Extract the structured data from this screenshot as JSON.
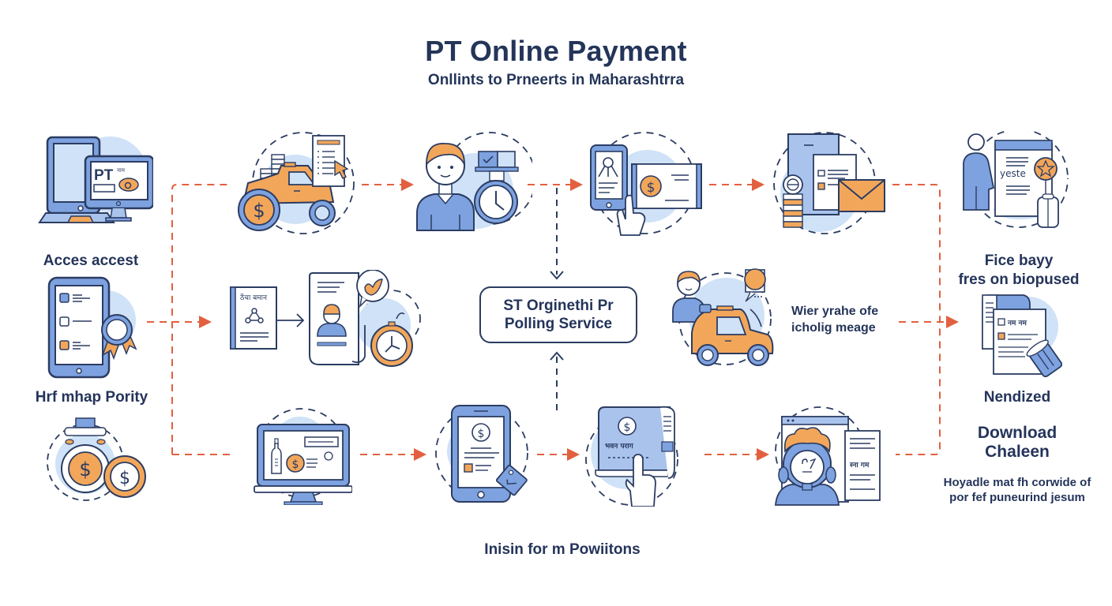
{
  "header": {
    "title": "PT Online Payment",
    "subtitle": "Onllints to  Prneerts in Maharashtrra"
  },
  "colors": {
    "navy": "#243559",
    "blue": "#6f95d8",
    "light_blue": "#cfe2f7",
    "orange": "#f2a65a",
    "arrow": "#e2603f",
    "outline": "#2b3c62"
  },
  "left_column": {
    "step1": {
      "label": "Acces accest",
      "icon": "computer-pt-portal-icon"
    },
    "step2": {
      "label": "Hrf mhap Pority",
      "icon": "tablet-checklist-badge-icon"
    },
    "step3": {
      "icon": "money-bag-coin-icon"
    }
  },
  "rows": {
    "top": [
      {
        "icon": "vehicle-tax-invoice-icon"
      },
      {
        "icon": "user-schedule-clock-icon"
      },
      {
        "icon": "mobile-payment-card-icon"
      },
      {
        "icon": "documents-coins-mail-icon"
      }
    ],
    "middle": [
      {
        "icon": "book-form-icon",
        "text": "ठेंचा बमान"
      },
      {
        "icon": "profile-document-timer-icon"
      }
    ],
    "bottom": [
      {
        "icon": "desktop-payment-screen-icon"
      },
      {
        "icon": "phone-receipt-tag-icon"
      },
      {
        "icon": "scroll-tap-payment-icon",
        "text": "भवन पराग"
      },
      {
        "icon": "support-agent-document-icon",
        "text": "स्ना गम"
      }
    ]
  },
  "center_box": {
    "line1": "ST Orginethi Pr",
    "line2": "Polling Service"
  },
  "middle_right": {
    "icon": "driver-vehicle-chat-icon",
    "line1": "Wier yrahe ofe",
    "line2": "icholig meage"
  },
  "right_column": {
    "step1": {
      "icon": "person-certificate-star-icon",
      "line1": "Fice bayy",
      "line2": "fres on biopused",
      "doc_text": "yeste"
    },
    "step2": {
      "icon": "receipt-download-icon",
      "label": "Nendized",
      "doc_text": "नम नम"
    },
    "step3": {
      "line1": "Download",
      "line2": "Chaleen"
    },
    "note": {
      "line1": "Hoyadle mat fh corwide of",
      "line2": "por fef puneurind jesum"
    }
  },
  "footer": {
    "caption": "Inisin for m Powiitons"
  }
}
